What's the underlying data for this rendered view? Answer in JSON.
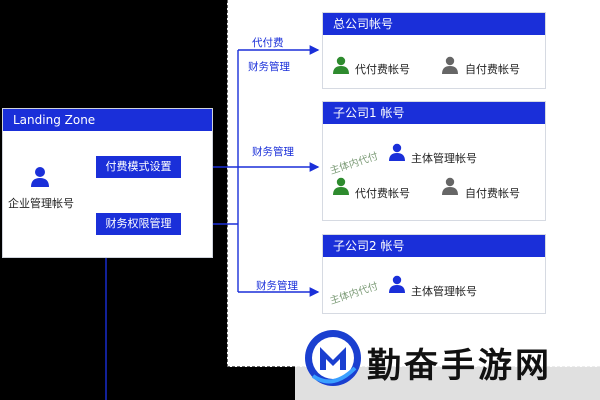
{
  "landing_zone": {
    "title": "Landing Zone",
    "account_label": "企业管理帐号",
    "buttons": [
      "付费模式设置",
      "财务权限管理"
    ]
  },
  "hq": {
    "title": "总公司帐号",
    "accounts": [
      "代付费帐号",
      "自付费帐号"
    ]
  },
  "sub1": {
    "title": "子公司1 帐号",
    "main_account": "主体管理帐号",
    "stamp": "主体内代付",
    "accounts": [
      "代付费帐号",
      "自付费帐号"
    ]
  },
  "sub2": {
    "title": "子公司2 帐号",
    "main_account": "主体管理帐号",
    "stamp": "主体内代付"
  },
  "flows": {
    "pay_for": "代付费",
    "finance_mgmt": "财务管理"
  },
  "watermark": {
    "text": "勤奋手游网"
  },
  "colors": {
    "primary": "#1a2fd9",
    "user_green": "#2e8b2e",
    "user_gray": "#666666",
    "stamp": "#7d9c78"
  }
}
